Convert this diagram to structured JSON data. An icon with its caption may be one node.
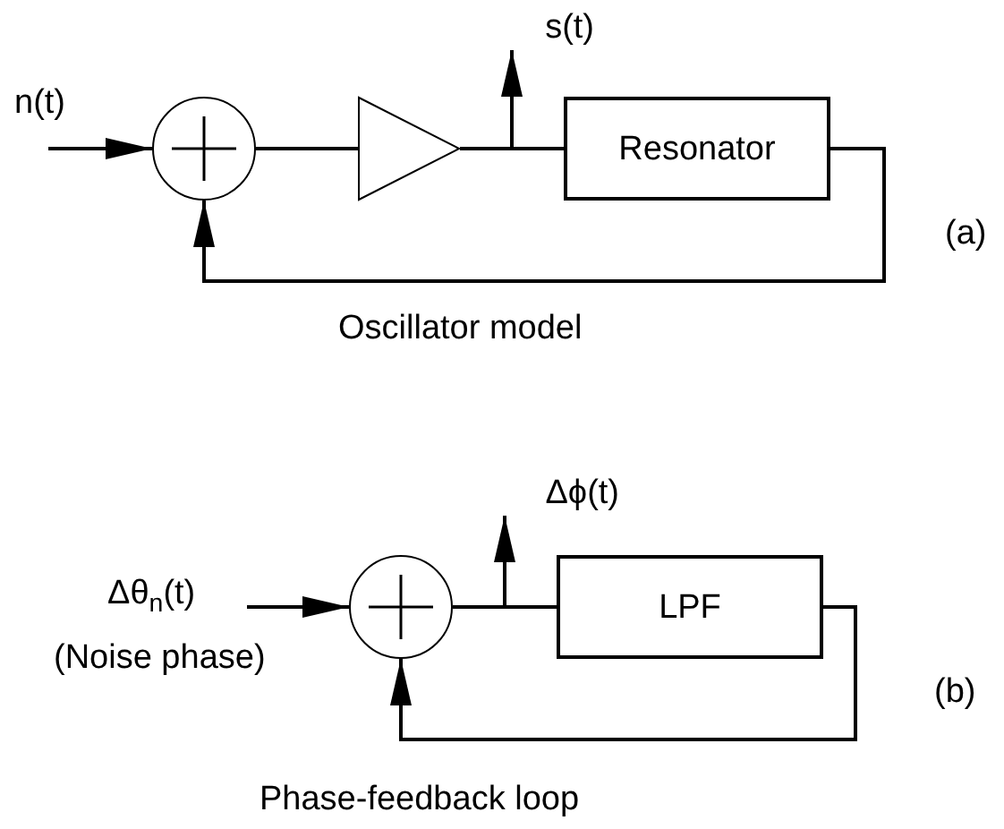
{
  "diagram": {
    "nodes": [
      {
        "text": [
          "n(t)"
        ]
      },
      {
        "text": [],
        "shape": "circle"
      },
      {
        "text": [],
        "shape": "triangle"
      },
      {
        "text": [
          "s(t)"
        ]
      },
      {
        "text": [
          "Resonator"
        ]
      },
      {
        "text": [
          "Δθ$_{n}$(t)"
        ],
        "beside": [
          "(Noise phase)"
        ]
      },
      {
        "text": [],
        "shape": "circle"
      },
      {
        "text": [
          "Δϕ(t)"
        ]
      },
      {
        "text": [
          "LPF"
        ]
      }
    ],
    "edges": [
      {
        "from": 0,
        "to": 1,
        "arrow": "to"
      },
      {
        "from": 1,
        "to": 2,
        "arrow": "none"
      },
      {
        "from": 2,
        "to": 4,
        "arrow": "none"
      },
      {
        "from": 2,
        "to": 3,
        "arrow": "to"
      },
      {
        "from": 4,
        "to": 1,
        "arrow": "to"
      },
      {
        "from": 5,
        "to": 6,
        "arrow": "to"
      },
      {
        "from": 6,
        "to": 8,
        "arrow": "none"
      },
      {
        "from": 6,
        "to": 7,
        "arrow": "to"
      },
      {
        "from": 8,
        "to": 6,
        "arrow": "to"
      }
    ],
    "labels": [
      "(a)",
      "Oscillator model",
      "(b)",
      "Phase-feedback loop"
    ]
  }
}
